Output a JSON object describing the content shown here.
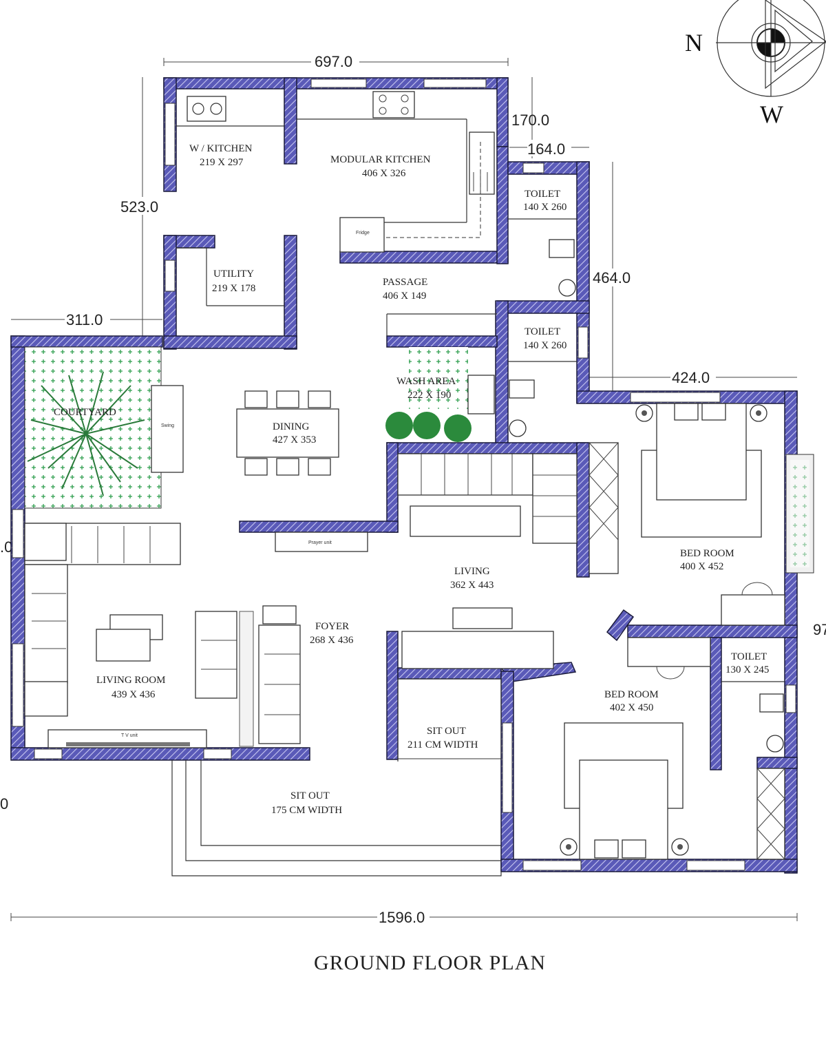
{
  "title": "GROUND FLOOR PLAN",
  "compass": {
    "north": "N",
    "west": "W"
  },
  "dimensions": {
    "top_width": "697.0",
    "kitchen_offset": "170.0",
    "toilet_offset": "164.0",
    "left_height": "523.0",
    "right_height": "464.0",
    "courtyard_width": "311.0",
    "bedroom_width": "424.0",
    "total_width": "1596.0",
    "left_edge_a": ".0",
    "left_edge_b": "0",
    "right_edge": "97"
  },
  "rooms": {
    "w_kitchen": {
      "name": "W / KITCHEN",
      "size": "219 X 297"
    },
    "modular_kitchen": {
      "name": "MODULAR KITCHEN",
      "size": "406 X 326"
    },
    "toilet_1": {
      "name": "TOILET",
      "size": "140 X 260"
    },
    "utility": {
      "name": "UTILITY",
      "size": "219 X 178"
    },
    "passage": {
      "name": "PASSAGE",
      "size": "406 X 149"
    },
    "toilet_2": {
      "name": "TOILET",
      "size": "140 X 260"
    },
    "courtyard": {
      "name": "COURTYARD"
    },
    "wash_area": {
      "name": "WASH AREA",
      "size": "222 X 190"
    },
    "dining": {
      "name": "DINING",
      "size": "427 X 353"
    },
    "bed_room_1": {
      "name": "BED ROOM",
      "size": "400 X 452"
    },
    "living": {
      "name": "LIVING",
      "size": "362 X 443"
    },
    "foyer": {
      "name": "FOYER",
      "size": "268 X 436"
    },
    "living_room": {
      "name": "LIVING ROOM",
      "size": "439 X 436"
    },
    "toilet_3": {
      "name": "TOILET",
      "size": "130 X 245"
    },
    "bed_room_2": {
      "name": "BED ROOM",
      "size": "402 X 450"
    },
    "sit_out_1": {
      "name": "SIT OUT",
      "size": "211 CM  WIDTH"
    },
    "sit_out_2": {
      "name": "SIT OUT",
      "size": "175 CM  WIDTH"
    }
  },
  "fixtures": {
    "fridge": "Fridge",
    "swing": "Swing",
    "prayer_unit": "Prayer unit",
    "tv_unit": "T V unit"
  }
}
